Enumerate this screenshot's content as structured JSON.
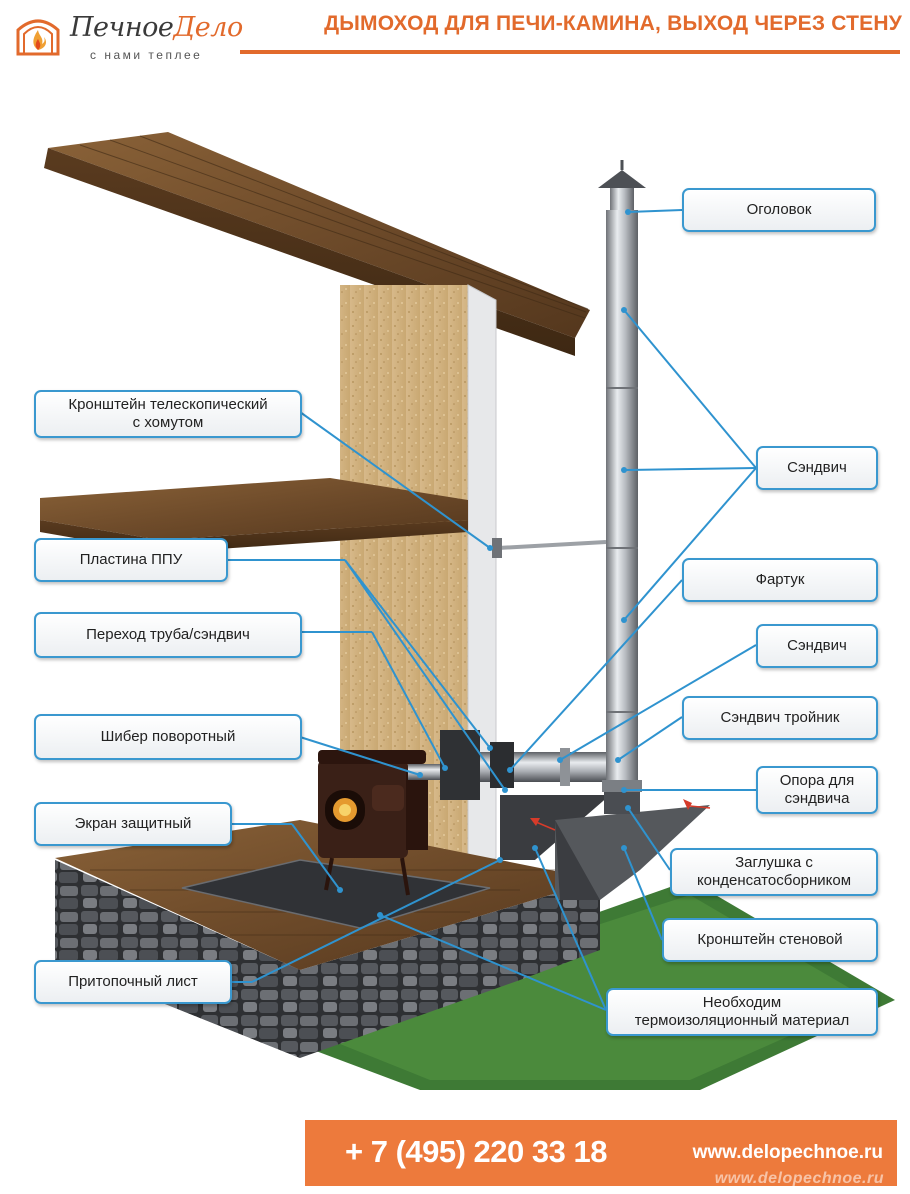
{
  "header": {
    "logo_name_part1": "Печное",
    "logo_name_part2": "Дело",
    "logo_tagline": "с нами теплее",
    "title": "ДЫМОХОД ДЛЯ ПЕЧИ-КАМИНА, ВЫХОД ЧЕРЕЗ СТЕНУ"
  },
  "labels": {
    "ogolovok": "Оголовок",
    "bracket_telescopic": "Кронштейн телескопический\nс хомутом",
    "sandwich_upper": "Сэндвич",
    "ppu_plate": "Пластина ППУ",
    "apron": "Фартук",
    "transition": "Переход труба/сэндвич",
    "sandwich_lower": "Сэндвич",
    "damper": "Шибер поворотный",
    "tee": "Сэндвич тройник",
    "support": "Опора для\nсэндвича",
    "screen": "Экран защитный",
    "plug": "Заглушка с\nконденсатосборником",
    "wall_bracket": "Кронштейн стеновой",
    "floor_sheet": "Притопочный лист",
    "insulation": "Необходим\nтермоизоляционный материал"
  },
  "footer": {
    "phone": "+ 7 (495) 220 33 18",
    "site": "www.delopechnoe.ru",
    "watermark": "www.delopechnoe.ru"
  },
  "colors": {
    "accent": "#e26a2c",
    "footer_bg": "#ed7a3c",
    "callout_border": "#3a98cf",
    "leader_line": "#2f93cf"
  }
}
